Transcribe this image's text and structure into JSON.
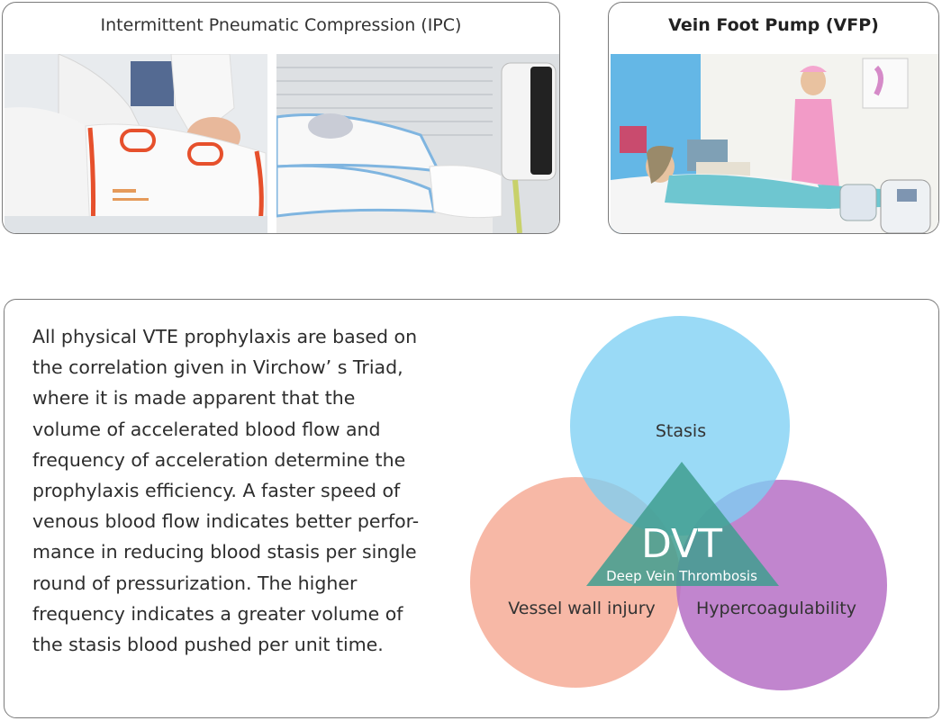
{
  "ipc": {
    "title": "Intermittent Pneumatic Compression (IPC)"
  },
  "vfp": {
    "title": "Vein Foot Pump (VFP)"
  },
  "info": {
    "lines": [
      "All physical VTE prophylaxis are based on",
      "the correlation given in Virchow’ s Triad,",
      "where it is made apparent that the",
      "volume of accelerated blood flow and",
      "frequency of acceleration determine the",
      "prophylaxis efficiency. A faster speed of",
      "venous blood flow indicates better perfor-",
      "mance in reducing blood stasis per single",
      "round of pressurization. The higher",
      "frequency indicates a greater volume of",
      "the stasis blood pushed per unit time."
    ]
  },
  "venn": {
    "stasis_label": "Stasis",
    "vessel_label": "Vessel wall injury",
    "hyper_label": "Hypercoagulability",
    "center_title": "DVT",
    "center_subtitle": "Deep Vein Thrombosis",
    "colors": {
      "stasis": "#7ecff3",
      "vessel": "#f6b09c",
      "hyper": "#b670c6",
      "triangle": "#3f9e8f"
    }
  }
}
